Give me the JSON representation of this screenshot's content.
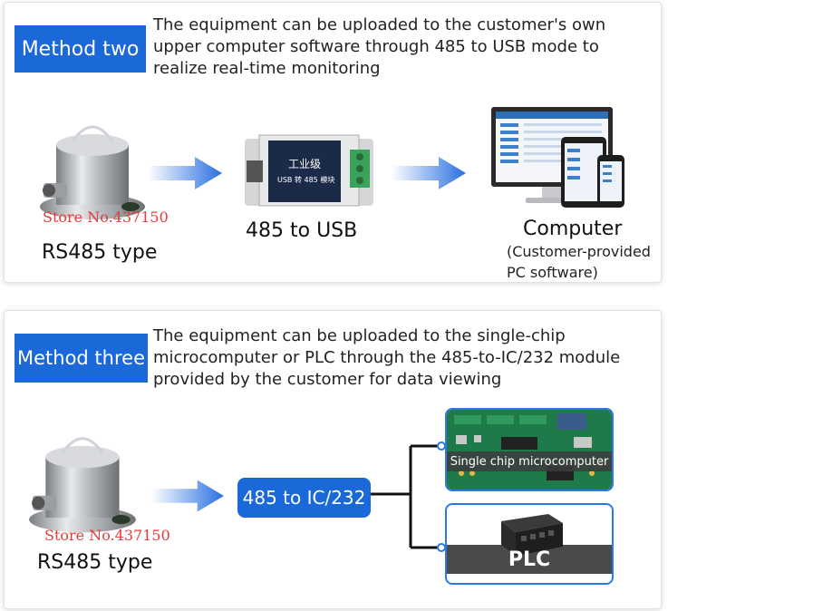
{
  "method_two": {
    "badge": "Method two",
    "description": "The equipment can be uploaded to the customer's own upper computer software through 485 to USB mode to realize real-time monitoring",
    "sensor_label": "RS485 type",
    "watermark": "Store No.437150",
    "converter_label": "485 to USB",
    "converter_chip_text": "工业级",
    "converter_chip_sub": "USB 转 485 模块",
    "computer_label": "Computer",
    "computer_note": "(Customer-provided PC software)"
  },
  "method_three": {
    "badge": "Method three",
    "description": "The equipment can be uploaded to the single-chip microcomputer or PLC through the 485-to-IC/232 module provided by the customer for data viewing",
    "sensor_label": "RS485 type",
    "watermark": "Store No.437150",
    "module_label": "485 to IC/232",
    "option_mcu": "Single chip microcomputer",
    "option_plc": "PLC"
  },
  "colors": {
    "accent": "#1b68d8",
    "arrow": "#2a6fe0",
    "watermark": "#e83a3a"
  },
  "icons": [
    "sensor-icon",
    "arrow-right-icon",
    "usb-converter-icon",
    "computer-monitor-icon",
    "tablet-icon",
    "phone-icon",
    "circuit-board-icon",
    "plc-module-icon"
  ]
}
